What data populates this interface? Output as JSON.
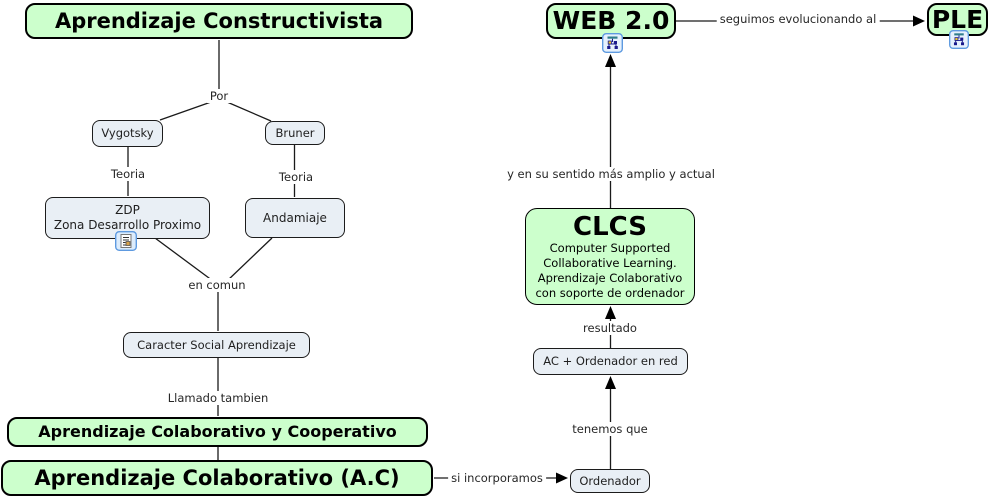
{
  "app": {
    "type": "concept-map",
    "background": "#ffffff"
  },
  "colors": {
    "concept_fill_green": "#ccffcc",
    "concept_fill_gray": "#e9eff5",
    "concept_border": "#1a1a1a",
    "line": "#1a1a1a",
    "text": "#1f1f1f"
  },
  "concepts": {
    "aprendizaje_constructivista": {
      "label": "Aprendizaje Constructivista"
    },
    "vygotsky": {
      "label": "Vygotsky"
    },
    "bruner": {
      "label": "Bruner"
    },
    "zdp": {
      "label": "ZDP\nZona Desarrollo Proximo"
    },
    "andamiaje": {
      "label": "Andamiaje"
    },
    "caracter_social": {
      "label": "Caracter Social Aprendizaje"
    },
    "colaborativo_cooperativo": {
      "label": "Aprendizaje Colaborativo y Cooperativo"
    },
    "colaborativo_ac": {
      "label": "Aprendizaje Colaborativo (A.C)"
    },
    "ordenador": {
      "label": "Ordenador"
    },
    "ac_ordenador_red": {
      "label": "AC + Ordenador en red"
    },
    "clcs": {
      "title": "CLCS",
      "body": "Computer Supported\nCollaborative Learning.\nAprendizaje Colaborativo\ncon soporte de ordenador"
    },
    "web20": {
      "label": "WEB 2.0"
    },
    "ple": {
      "label": "PLE"
    }
  },
  "linking_phrases": {
    "por": "Por",
    "teoria_vygotsky": "Teoria",
    "teoria_bruner": "Teoria",
    "en_comun": "en comun",
    "llamado_tambien": "Llamado tambien",
    "si_incorporamos": "si incorporamos",
    "tenemos_que": "tenemos que",
    "resultado": "resultado",
    "sentido_amplio": "y en su sentido más amplio y actual",
    "seguimos_evolucionando": "seguimos evolucionando al"
  },
  "icons": {
    "zdp_resource": "attached-resource-icon",
    "web20_resource": "concept-map-link-icon",
    "ple_resource": "concept-map-link-icon"
  }
}
